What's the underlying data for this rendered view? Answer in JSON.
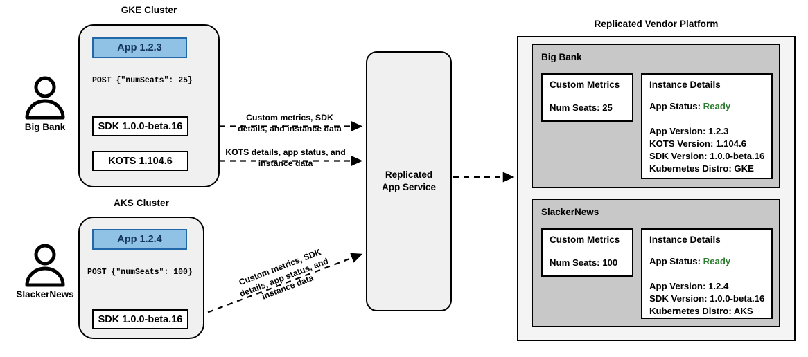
{
  "clusters": [
    {
      "title": "GKE Cluster",
      "actor": {
        "label": "Big Bank",
        "icon": "person-icon"
      },
      "app": {
        "label": "App 1.2.3"
      },
      "request": "POST {\"numSeats\": 25}",
      "components": [
        {
          "label": "SDK 1.0.0-beta.16"
        },
        {
          "label": "KOTS 1.104.6"
        }
      ]
    },
    {
      "title": "AKS Cluster",
      "actor": {
        "label": "SlackerNews",
        "icon": "person-icon"
      },
      "app": {
        "label": "App 1.2.4"
      },
      "request": "POST {\"numSeats\": 100}",
      "components": [
        {
          "label": "SDK 1.0.0-beta.16"
        }
      ]
    }
  ],
  "edges": [
    {
      "id": "sdk-to-service",
      "label": "Custom metrics, SDK\ndetails, and instance data"
    },
    {
      "id": "kots-to-service",
      "label": "KOTS details, app status, and\ninstance data"
    },
    {
      "id": "aks-sdk-to-service",
      "label": "Custom metrics, SDK\ndetails, app status, and\ninstance data"
    }
  ],
  "service": {
    "label": "Replicated\nApp Service"
  },
  "platform": {
    "title": "Replicated Vendor Platform",
    "tenants": [
      {
        "name": "Big Bank",
        "metrics": {
          "title": "Custom Metrics",
          "lines": [
            "Num Seats: 25"
          ]
        },
        "instance": {
          "title": "Instance Details",
          "status_label": "App Status:",
          "status_value": "Ready",
          "lines": [
            "App Version: 1.2.3",
            "KOTS Version: 1.104.6",
            "SDK Version: 1.0.0-beta.16",
            "Kubernetes Distro: GKE"
          ]
        }
      },
      {
        "name": "SlackerNews",
        "metrics": {
          "title": "Custom Metrics",
          "lines": [
            "Num Seats: 100"
          ]
        },
        "instance": {
          "title": "Instance Details",
          "status_label": "App Status:",
          "status_value": "Ready",
          "lines": [
            "App Version: 1.2.4",
            "SDK Version: 1.0.0-beta.16",
            "Kubernetes Distro: AKS"
          ]
        }
      }
    ]
  },
  "colors": {
    "app_fill": "#8fc2e5",
    "app_border": "#2268a8",
    "cluster_fill": "#f0f0f0",
    "panel_fill": "#c8c8c8",
    "platform_fill": "#f4f4f4",
    "status_ready": "#2f7d32",
    "stroke": "#000000"
  }
}
